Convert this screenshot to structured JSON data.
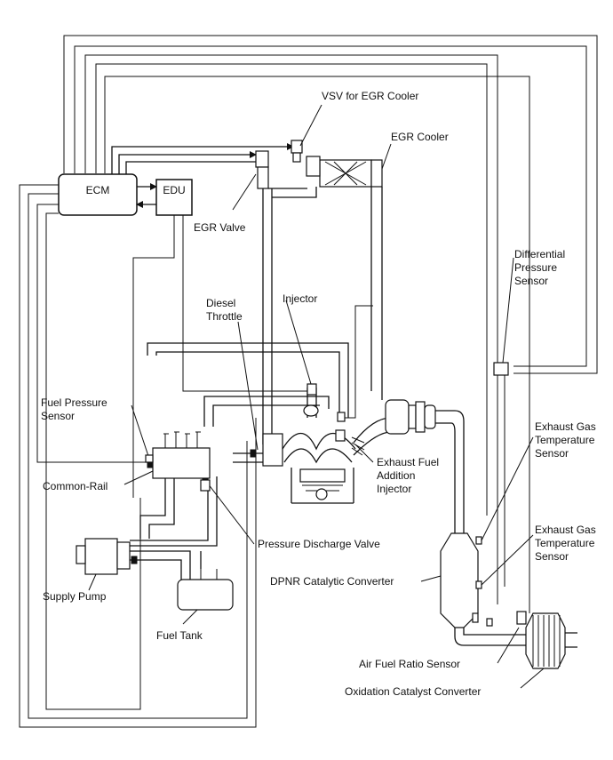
{
  "blocks": {
    "ecm": "ECM",
    "edu": "EDU"
  },
  "labels": {
    "vsv_egr_cooler": "VSV for EGR Cooler",
    "egr_cooler": "EGR Cooler",
    "egr_valve": "EGR Valve",
    "differential_pressure_sensor": [
      "Differential",
      "Pressure",
      "Sensor"
    ],
    "injector": "Injector",
    "diesel_throttle": [
      "Diesel",
      "Throttle"
    ],
    "fuel_pressure_sensor": [
      "Fuel Pressure",
      "Sensor"
    ],
    "exhaust_gas_temp_sensor_1": [
      "Exhaust Gas",
      "Temperature",
      "Sensor"
    ],
    "exhaust_fuel_addition_injector": [
      "Exhaust Fuel",
      "Addition",
      "Injector"
    ],
    "common_rail": "Common-Rail",
    "pressure_discharge_valve": "Pressure Discharge Valve",
    "exhaust_gas_temp_sensor_2": [
      "Exhaust Gas",
      "Temperature",
      "Sensor"
    ],
    "supply_pump": "Supply Pump",
    "dpnr_catalytic_converter": "DPNR Catalytic Converter",
    "fuel_tank": "Fuel Tank",
    "air_fuel_ratio_sensor": "Air Fuel Ratio Sensor",
    "oxidation_catalyst_converter": "Oxidation Catalyst Converter"
  }
}
